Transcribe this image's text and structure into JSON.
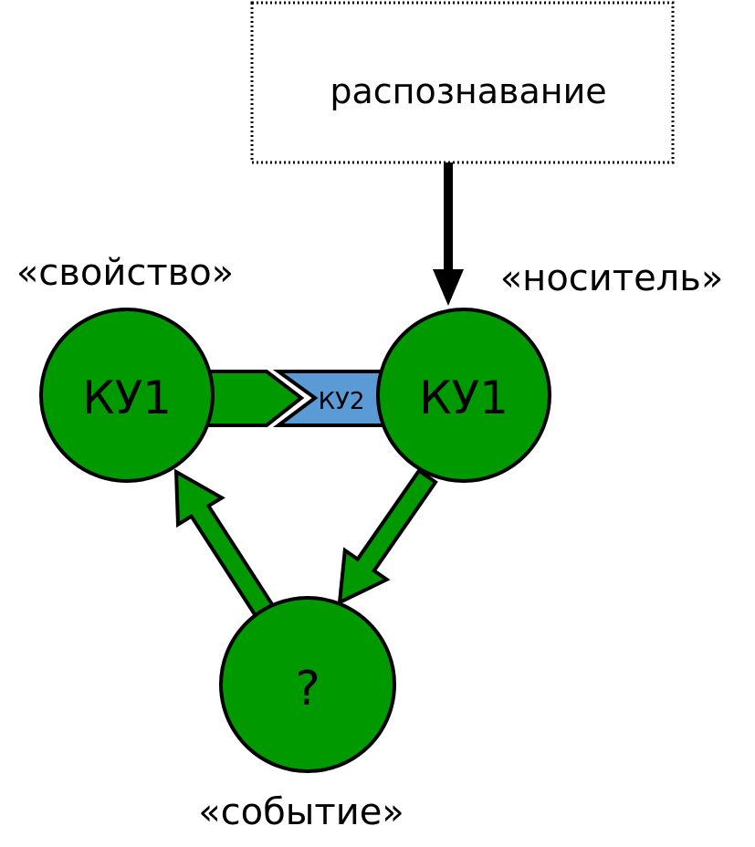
{
  "recognition_box": {
    "label": "распознавание"
  },
  "nodes": {
    "property": {
      "label": "КУ1",
      "caption": "«свойство»"
    },
    "carrier": {
      "label": "КУ1",
      "caption": "«носитель»"
    },
    "event": {
      "label": "?",
      "caption": "«событие»"
    }
  },
  "link": {
    "label": "КУ2"
  },
  "colors": {
    "node_fill": "#009900",
    "link_fill": "#5b9bd5",
    "stroke": "#000000"
  }
}
